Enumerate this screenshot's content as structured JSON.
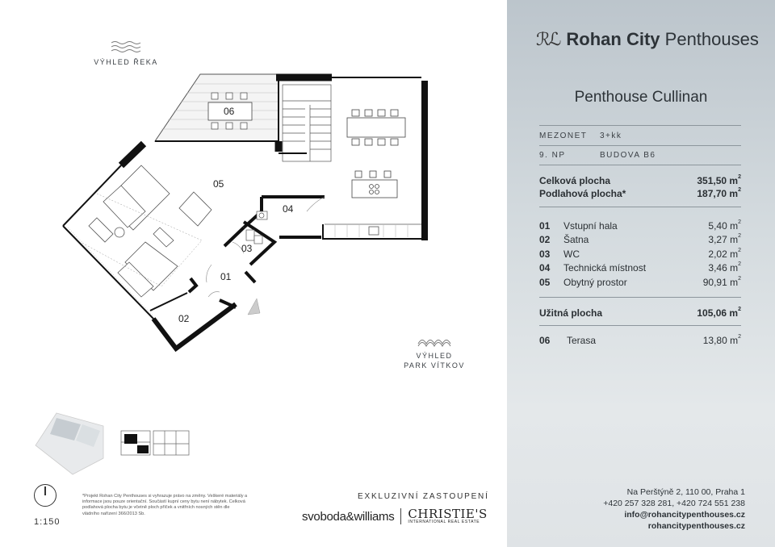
{
  "brand": {
    "logo": "ℛℒ",
    "name_bold": "Rohan City",
    "name_rest": "Penthouses"
  },
  "unit": {
    "title": "Penthouse Cullinan",
    "type_label": "MEZONET",
    "type_value": "3+kk",
    "floor_label": "9. NP",
    "building": "BUDOVA B6"
  },
  "areas": {
    "total_label": "Celková plocha",
    "total_value": "351,50 m",
    "floor_label": "Podlahová plocha*",
    "floor_value": "187,70 m",
    "usable_label": "Užitná plocha",
    "usable_value": "105,06 m",
    "unit_exp": "2"
  },
  "rooms": [
    {
      "num": "01",
      "name": "Vstupní hala",
      "value": "5,40 m"
    },
    {
      "num": "02",
      "name": "Šatna",
      "value": "3,27 m"
    },
    {
      "num": "03",
      "name": "WC",
      "value": "2,02 m"
    },
    {
      "num": "04",
      "name": "Technická místnost",
      "value": "3,46 m"
    },
    {
      "num": "05",
      "name": "Obytný prostor",
      "value": "90,91 m"
    }
  ],
  "terrace": {
    "num": "06",
    "name": "Terasa",
    "value": "13,80 m"
  },
  "contact": {
    "address": "Na Perštýně 2, 110 00, Praha 1",
    "phones": "+420 257 328 281, +420 724 551 238",
    "email": "info@rohancitypenthouses.cz",
    "web": "rohancitypenthouses.cz"
  },
  "views": {
    "river": "VÝHLED ŘEKA",
    "park_line1": "VÝHLED",
    "park_line2": "PARK VÍTKOV"
  },
  "plan_labels": [
    "01",
    "02",
    "03",
    "04",
    "05",
    "06"
  ],
  "scale": "1:150",
  "footnote": "*Projekt Rohan City Penthouses si vyhrazuje právo na změny. Veškeré materiály a informace jsou pouze orientační. Součástí kupní ceny bytu není nábytek. Celková podlahová plocha bytu je včetně ploch příček a vnitřních nosných stěn dle vládního nařízení 366/2013 Sb.",
  "agency": {
    "heading": "EXKLUZIVNÍ ZASTOUPENÍ",
    "svoboda": "svoboda&williams",
    "christies": "CHRISTIE'S",
    "christies_sub": "INTERNATIONAL REAL ESTATE"
  }
}
